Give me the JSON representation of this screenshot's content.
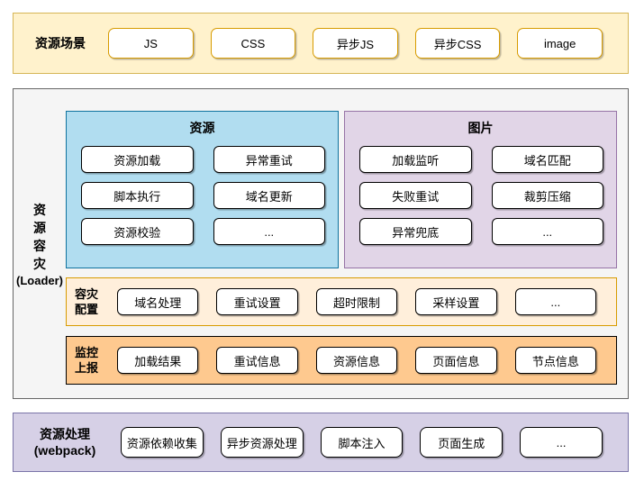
{
  "scene": {
    "label": "资源场景",
    "items": [
      "JS",
      "CSS",
      "异步JS",
      "异步CSS",
      "image"
    ]
  },
  "loader": {
    "label_vertical": "资源容灾",
    "label_sub": "(Loader)",
    "groups": [
      {
        "title": "资源",
        "items": [
          "资源加载",
          "异常重试",
          "脚本执行",
          "域名更新",
          "资源校验",
          "..."
        ]
      },
      {
        "title": "图片",
        "items": [
          "加载监听",
          "域名匹配",
          "失败重试",
          "裁剪压缩",
          "异常兜底",
          "..."
        ]
      }
    ],
    "bands": [
      {
        "label": "容灾配置",
        "items": [
          "域名处理",
          "重试设置",
          "超时限制",
          "采样设置",
          "..."
        ]
      },
      {
        "label": "监控上报",
        "items": [
          "加载结果",
          "重试信息",
          "资源信息",
          "页面信息",
          "节点信息"
        ]
      }
    ]
  },
  "webpack": {
    "label_line1": "资源处理",
    "label_line2": "(webpack)",
    "items": [
      "资源依赖收集",
      "异步资源处理",
      "脚本注入",
      "页面生成",
      "..."
    ]
  },
  "colors": {
    "scene_bg": "#FFF2CC",
    "scene_border": "#D6B656",
    "scene_box_border": "#D79B00",
    "loader_bg": "#F5F5F5",
    "loader_border": "#666666",
    "resource_bg": "#B1DDF0",
    "resource_border": "#10739E",
    "image_bg": "#E1D5E7",
    "image_border": "#9673A6",
    "config_bg": "#FFEFDB",
    "config_border": "#D79B00",
    "report_bg": "#FEC98F",
    "report_border": "#000000",
    "webpack_bg": "#D6D0E6",
    "webpack_border": "#7A74A8"
  }
}
